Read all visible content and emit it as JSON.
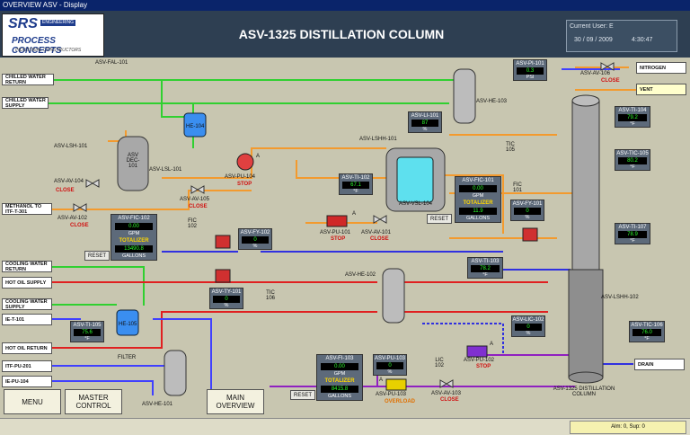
{
  "window_title": "OVERVIEW ASV - Display",
  "logo": {
    "l1": "SRS",
    "l1s": "ENGINEERING",
    "l2": "PROCESS",
    "l2b": "CONCEPTS",
    "l3": "INDUSTRIAL CONSTRUCTORS"
  },
  "title": "ASV-1325 DISTILLATION COLUMN",
  "user": {
    "label": "Current User:",
    "user": "E",
    "date": "30 / 09 / 2009",
    "time": "4:30:47"
  },
  "streams": {
    "chw_return": "CHILLED WATER RETURN",
    "chw_supply": "CHILLED WATER SUPPLY",
    "methanol": "METHANOL TO ITF-T-301",
    "cw_return": "COOLING WATER RETURN",
    "hot_oil_supply": "HOT OIL SUPPLY",
    "cw_supply": "COOLING WATER SUPPLY",
    "ie_t": "IE-T-101",
    "hot_oil_return": "HOT OIL RETURN",
    "itf_pu": "ITF-PU-201",
    "ie_pu": "IE-PU-104",
    "nitrogen": "NITROGEN",
    "vent": "VENT",
    "drain": "DRAIN"
  },
  "labels": {
    "fal101": "ASV-FAL-101",
    "he103": "ASV-HE-103",
    "av106": "ASV-AV-106",
    "close": "CLOSE",
    "stop": "STOP",
    "overload": "OVERLOAD",
    "lsh101": "ASV-LSH-101",
    "dec101": "ASV DEC-101",
    "lsl101": "ASV-LSL-101",
    "he104": "HE-104",
    "pu104": "ASV-PU-104",
    "av104": "ASV-AV-104",
    "av105": "ASV-AV-105",
    "av102": "ASV-AV-102",
    "lshh101": "ASV-LSHH-101",
    "vsl104": "ASV-VSL-104",
    "pu101": "ASV-PU-101",
    "av101": "ASV-AV-101",
    "he102": "ASV-HE-102",
    "he105": "HE-105",
    "filter": "FILTER",
    "he101": "ASV-HE-101",
    "lshh102": "ASV-LSHH-102",
    "pu102": "ASV-PU-102",
    "pu103": "ASV-PU-103",
    "av103": "ASV-AV-103",
    "column": "ASV-1325 DISTILLATION COLUMN",
    "tic105": "TIC 105",
    "fic101_bubble": "FIC 101",
    "fic102_bubble": "FIC 102",
    "tic106": "TIC 106",
    "lic102_bubble": "LIC 102",
    "a": "A"
  },
  "panels": {
    "pi101": {
      "tag": "ASV-PI-101",
      "value": "0.3",
      "unit": "PSI"
    },
    "li101": {
      "tag": "ASV-LI-101",
      "value": "87",
      "unit": "%"
    },
    "ti102": {
      "tag": "ASV-TI-102",
      "value": "67.1",
      "unit": "°F"
    },
    "fic101": {
      "tag": "ASV-FIC-101",
      "value": "0.00",
      "unit": "GPM",
      "tot_label": "TOTALIZER",
      "tot_value": "11.9",
      "tot_unit": "GALLONS"
    },
    "fy101": {
      "tag": "ASV-FY-101",
      "value": "0",
      "unit": "%"
    },
    "ti104": {
      "tag": "ASV-TI-104",
      "value": "79.2",
      "unit": "°F"
    },
    "tic105v": {
      "tag": "ASV-TIC-105",
      "value": "80.2",
      "unit": "°F"
    },
    "ti107": {
      "tag": "ASV-TI-107",
      "value": "78.9",
      "unit": "°F"
    },
    "fic102": {
      "tag": "ASV-FIC-102",
      "value": "0.00",
      "unit": "GPM",
      "tot_label": "TOTALIZER",
      "tot_value": "13490.8",
      "tot_unit": "GALLONS"
    },
    "fy102": {
      "tag": "ASV-FY-102",
      "value": "0",
      "unit": "%"
    },
    "ti103": {
      "tag": "ASV-TI-103",
      "value": "78.2",
      "unit": "°F"
    },
    "ty101": {
      "tag": "ASV-TY-101",
      "value": "0",
      "unit": "%"
    },
    "ti105": {
      "tag": "ASV-TI-105",
      "value": "75.6",
      "unit": "°F"
    },
    "lic102": {
      "tag": "ASV-LIC-102",
      "value": "0",
      "unit": "%"
    },
    "tic106v": {
      "tag": "ASV-TIC-106",
      "value": "76.0",
      "unit": "°F"
    },
    "fi103": {
      "tag": "ASV-FI-103",
      "value": "0.00",
      "unit": "GPM",
      "tot_label": "TOTALIZER",
      "tot_value": "8415.8",
      "tot_unit": "GALLONS"
    },
    "pu103p": {
      "tag": "ASV-PU-103",
      "value": "0",
      "unit": "%"
    }
  },
  "buttons": {
    "reset1": "RESET",
    "reset2": "RESET",
    "reset3": "RESET",
    "menu": "MENU",
    "master": "MASTER CONTROL",
    "main": "MAIN OVERVIEW"
  },
  "status": {
    "alm_label": "Alm:",
    "alm": "0",
    "sup_label": "Sup:",
    "sup": "0"
  }
}
